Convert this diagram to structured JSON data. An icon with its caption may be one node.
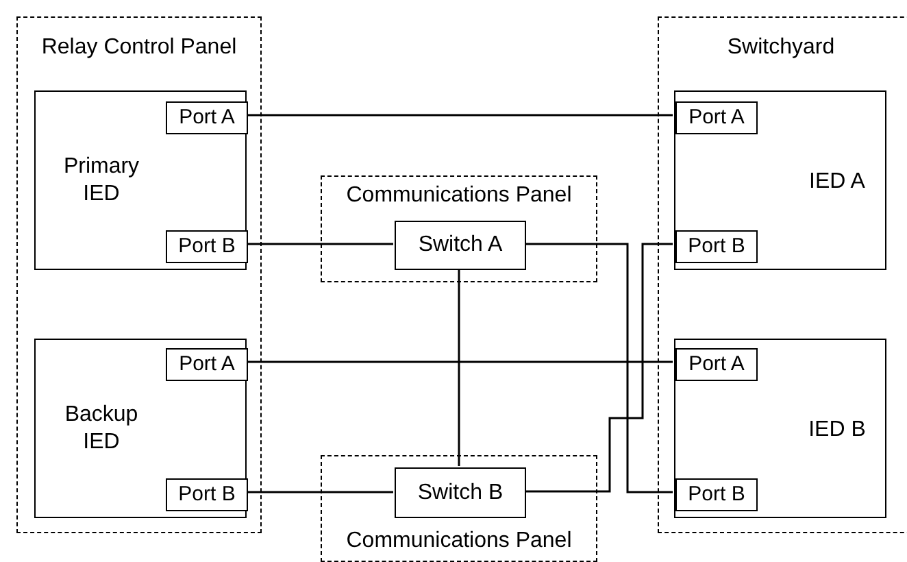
{
  "diagram": {
    "nodes": [
      {
        "text": [
          "Relay Control Panel"
        ]
      },
      {
        "text": [
          "Primary IED"
        ],
        "in": 0
      },
      {
        "text": [
          "Port A"
        ],
        "in": 1
      },
      {
        "text": [
          "Port B"
        ],
        "in": 1
      },
      {
        "text": [
          "Backup IED"
        ],
        "in": 0
      },
      {
        "text": [
          "Port A"
        ],
        "in": 4
      },
      {
        "text": [
          "Port B"
        ],
        "in": 4
      },
      {
        "text": [
          "Communications Panel"
        ]
      },
      {
        "text": [
          "Switch A"
        ],
        "in": 7
      },
      {
        "text": [
          "Switchyard"
        ]
      },
      {
        "text": [
          "IED A"
        ],
        "in": 9
      },
      {
        "text": [
          "Port A"
        ],
        "in": 10
      },
      {
        "text": [
          "Port B"
        ],
        "in": 10
      },
      {
        "text": [
          "IED B"
        ],
        "in": 9
      },
      {
        "text": [
          "Port A"
        ],
        "in": 13
      },
      {
        "text": [
          "Port B"
        ],
        "in": 13
      },
      {
        "text": [
          "Communications Panel"
        ]
      },
      {
        "text": [
          "Switch B"
        ],
        "in": 16
      }
    ],
    "edges": [
      {
        "from": 2,
        "to": 11,
        "arrow": "none"
      },
      {
        "from": 3,
        "to": 8,
        "arrow": "none"
      },
      {
        "from": 8,
        "to": 15,
        "arrow": "none"
      },
      {
        "from": 8,
        "to": 17,
        "arrow": "none"
      },
      {
        "from": 5,
        "to": 14,
        "arrow": "none"
      },
      {
        "from": 6,
        "to": 17,
        "arrow": "none"
      },
      {
        "from": 17,
        "to": 12,
        "arrow": "none"
      }
    ]
  }
}
